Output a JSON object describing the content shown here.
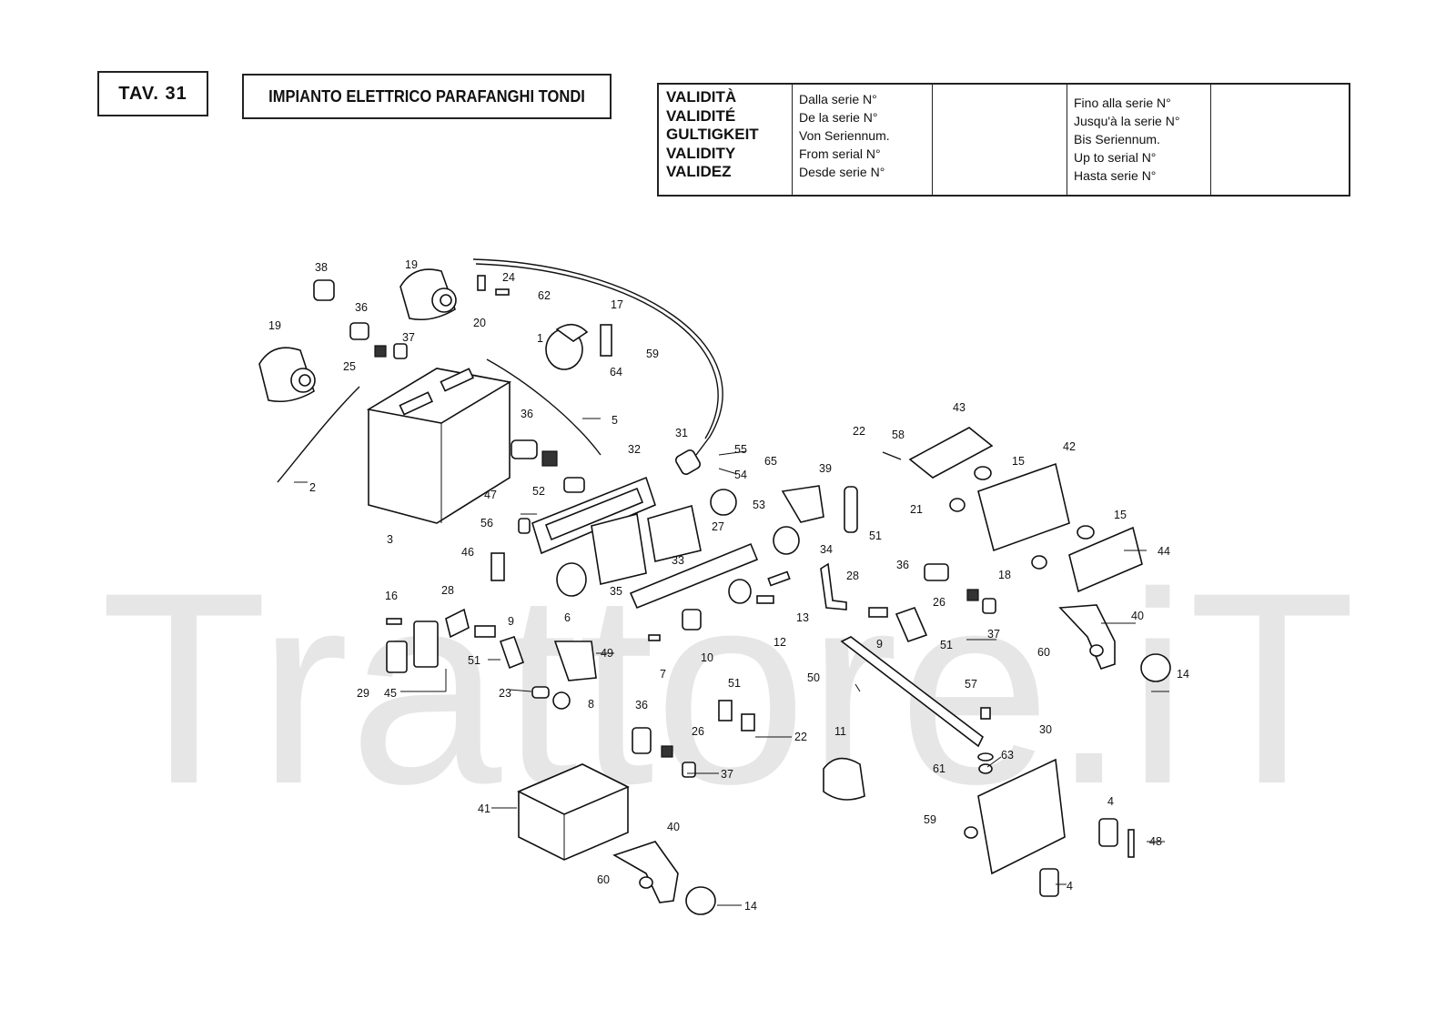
{
  "header": {
    "tav": "TAV. 31",
    "title": "IMPIANTO ELETTRICO PARAFANGHI TONDI"
  },
  "validity": {
    "labels": [
      "VALIDITÀ",
      "VALIDITÉ",
      "GULTIGKEIT",
      "VALIDITY",
      "VALIDEZ"
    ],
    "from_labels": [
      "Dalla serie N°",
      "De la serie N°",
      "Von Seriennum.",
      "From serial N°",
      "Desde serie N°"
    ],
    "to_labels": [
      "Fino alla serie N°",
      "Jusqu'à la serie N°",
      "Bis Seriennum.",
      "Up to serial N°",
      "Hasta serie N°"
    ]
  },
  "watermark": "Trattore.iT",
  "callouts": {
    "n1": "1",
    "n2": "2",
    "n3": "3",
    "n4": "4",
    "n5": "5",
    "n6": "6",
    "n7": "7",
    "n8": "8",
    "n9": "9",
    "n10": "10",
    "n11": "11",
    "n12": "12",
    "n13": "13",
    "n14": "14",
    "n15": "15",
    "n16": "16",
    "n17": "17",
    "n18": "18",
    "n19": "19",
    "n20": "20",
    "n21": "21",
    "n22": "22",
    "n23": "23",
    "n24": "24",
    "n25": "25",
    "n26": "26",
    "n27": "27",
    "n28": "28",
    "n29": "29",
    "n30": "30",
    "n31": "31",
    "n32": "32",
    "n33": "33",
    "n34": "34",
    "n35": "35",
    "n36": "36",
    "n37": "37",
    "n38": "38",
    "n39": "39",
    "n40": "40",
    "n41": "41",
    "n42": "42",
    "n43": "43",
    "n44": "44",
    "n45": "45",
    "n46": "46",
    "n47": "47",
    "n48": "48",
    "n49": "49",
    "n50": "50",
    "n51": "51",
    "n52": "52",
    "n53": "53",
    "n54": "54",
    "n55": "55",
    "n56": "56",
    "n57": "57",
    "n58": "58",
    "n59": "59",
    "n60": "60",
    "n61": "61",
    "n62": "62",
    "n63": "63",
    "n64": "64",
    "n65": "65"
  }
}
